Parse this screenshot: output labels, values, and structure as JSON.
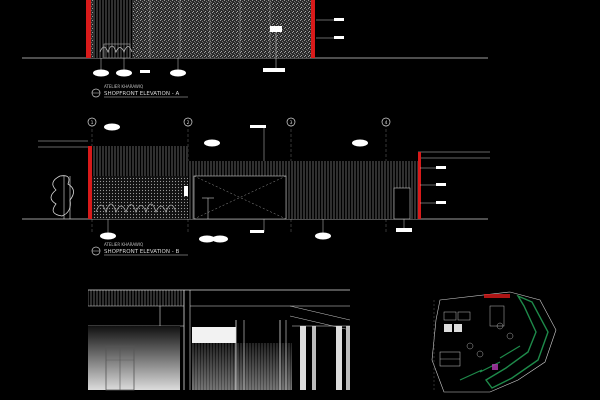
{
  "drawing": {
    "elevation_a": {
      "project": "ATELIER KHARAWIQ",
      "title": "SHOPFRONT ELEVATION - A"
    },
    "elevation_b": {
      "project": "ATELIER KHARAWIQ",
      "title": "SHOPFRONT ELEVATION - B"
    },
    "grid_markers": [
      "1",
      "2",
      "3",
      "4"
    ]
  },
  "colors": {
    "background": "#000000",
    "line": "#e0e0e0",
    "accent": "#d81a1a",
    "floorplan": "#1e8a4a"
  }
}
